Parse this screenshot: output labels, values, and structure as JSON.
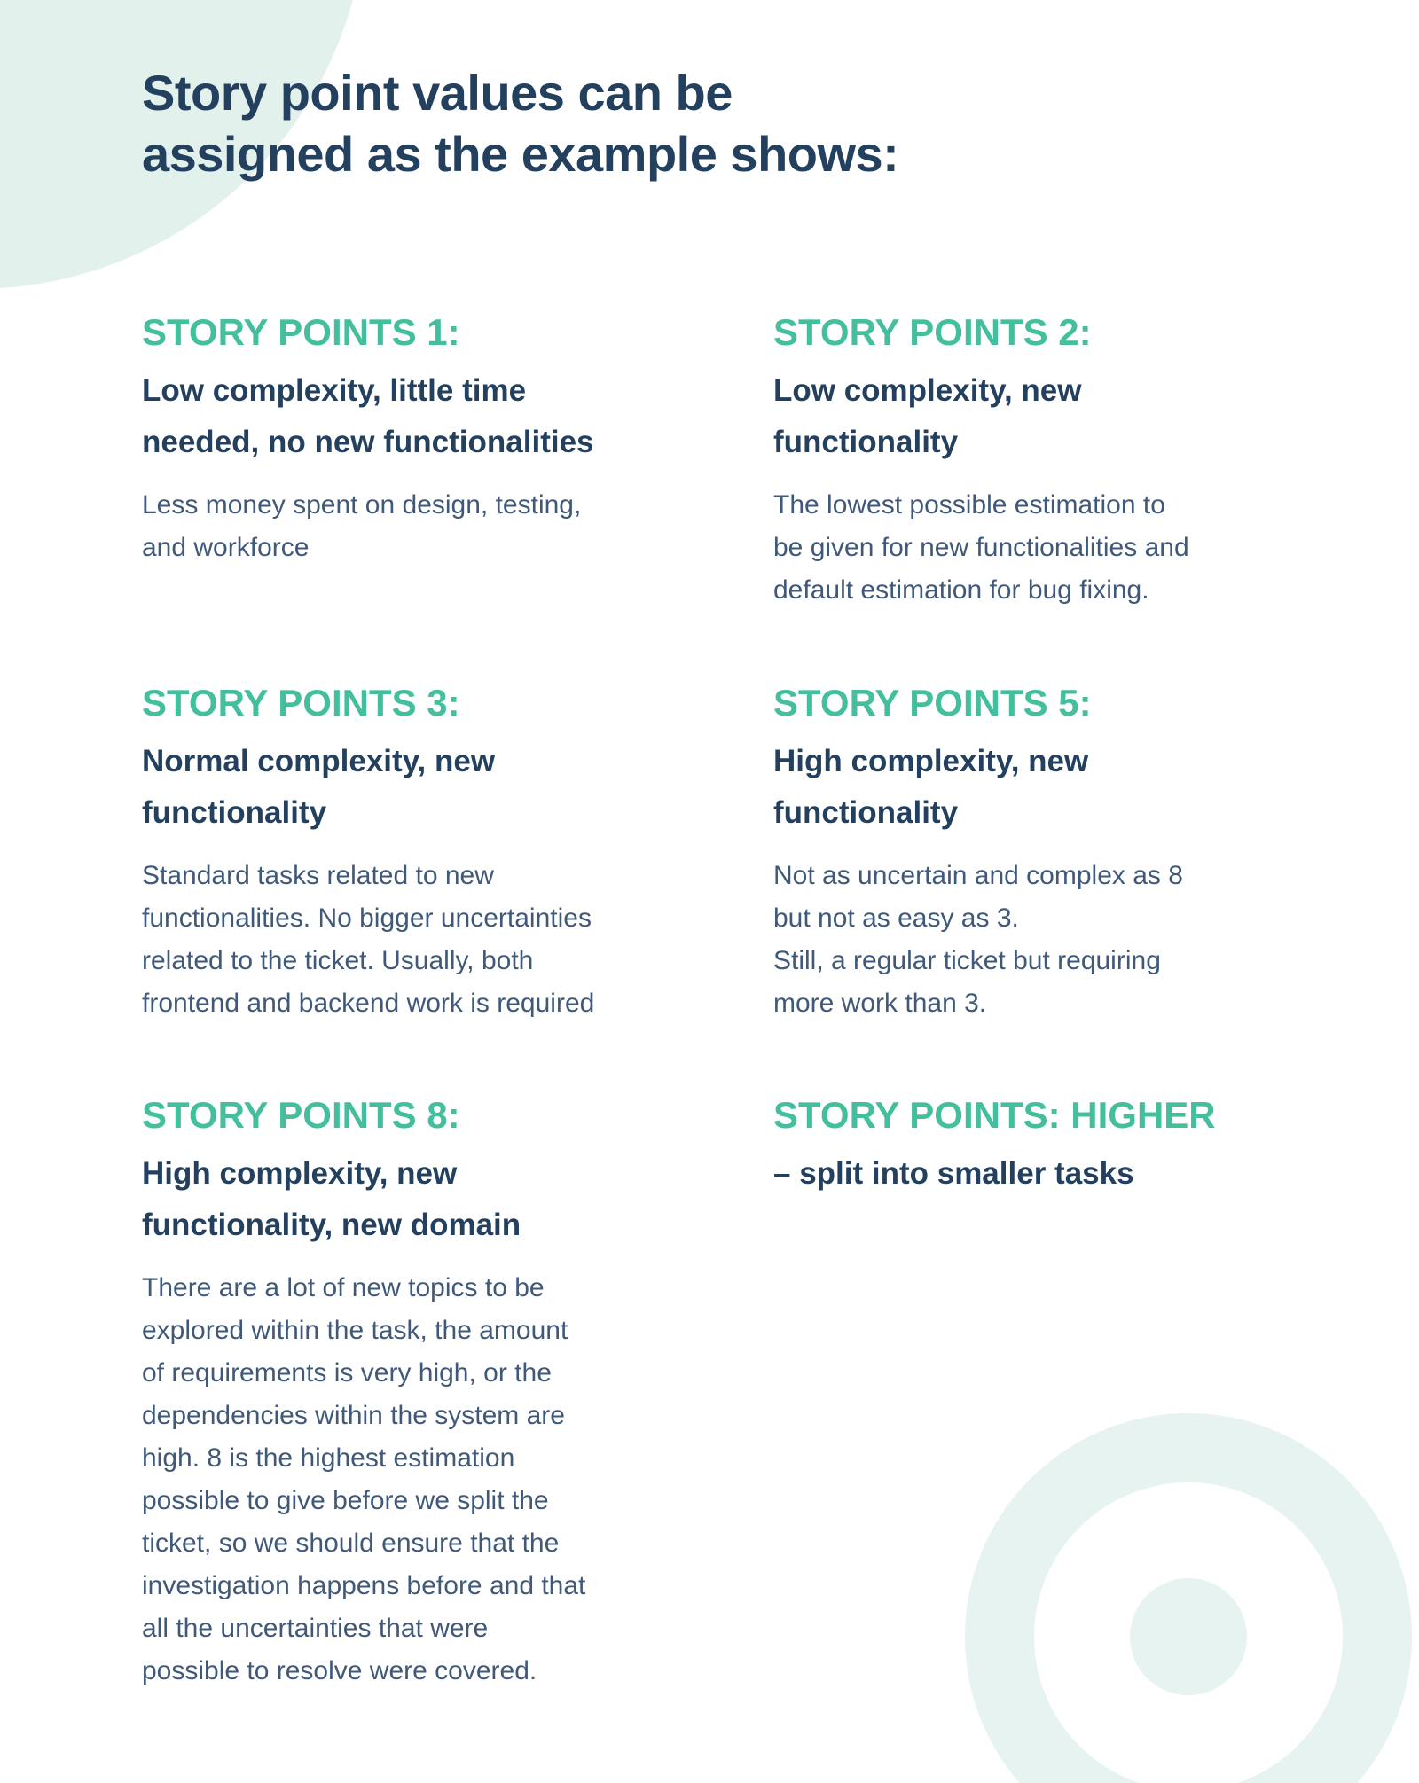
{
  "page_title": "Story point values can be\nassigned as the example shows:",
  "colors": {
    "accent_teal": "#44bf9e",
    "heading_navy": "#24405f",
    "body_slate": "#40597a",
    "decor_mint": "#e3f1ed",
    "background": "#ffffff"
  },
  "sections": [
    {
      "heading": "STORY POINTS 1:",
      "subheading": "Low complexity, little time\nneeded, no new functionalities",
      "body": "Less money spent on design, testing,\nand workforce"
    },
    {
      "heading": "STORY POINTS 2:",
      "subheading": "Low complexity, new\nfunctionality",
      "body": "The lowest possible estimation to\nbe given for new functionalities and\ndefault estimation for bug fixing."
    },
    {
      "heading": "STORY POINTS 3:",
      "subheading": "Normal complexity, new\nfunctionality",
      "body": "Standard tasks related to new\nfunctionalities. No bigger uncertainties\nrelated to the ticket. Usually, both\nfrontend and backend work is required"
    },
    {
      "heading": "STORY POINTS 5:",
      "subheading": "High complexity, new\nfunctionality",
      "body": "Not as uncertain and complex as 8\nbut not as easy as 3.\nStill, a regular ticket but requiring\nmore work than 3."
    },
    {
      "heading": "STORY POINTS 8:",
      "subheading": "High complexity, new\nfunctionality, new domain",
      "body": "There are a lot of new topics to be\nexplored within the task, the amount\nof requirements is very high, or the\ndependencies within the system are\nhigh. 8 is the highest estimation\npossible to give before we split the\nticket, so we should ensure that the\ninvestigation happens before and that\nall the uncertainties that were\npossible to resolve were covered."
    },
    {
      "heading": "STORY POINTS: HIGHER",
      "subheading": "– split into smaller tasks",
      "body": ""
    }
  ]
}
